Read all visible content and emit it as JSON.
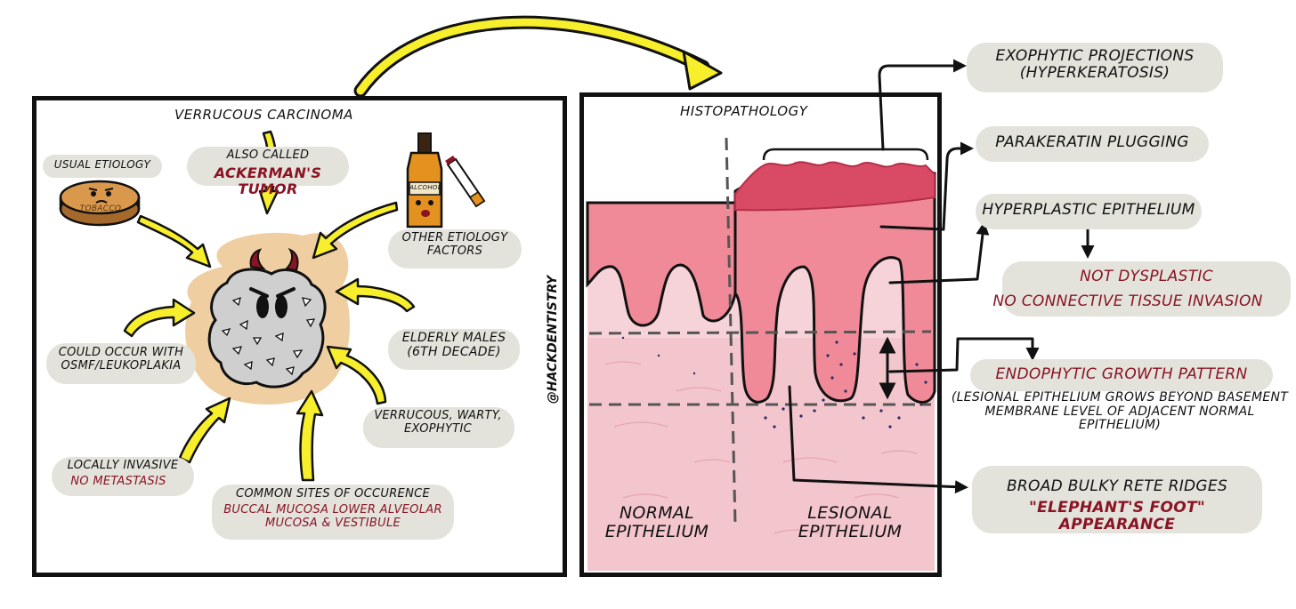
{
  "left_panel": {
    "title": "Verrucous Carcinoma",
    "also_called": "Also called",
    "ackerman": "Ackerman's Tumor",
    "usual_etiology": "Usual Etiology",
    "tobacco_label": "Tobacco",
    "other_etiology": "Other Etiology Factors",
    "alcohol_label": "Alcohol",
    "could_occur": "Could occur with OSMF/Leukoplakia",
    "elderly": "Elderly Males (6th Decade)",
    "verrucous": "Verrucous, Warty, Exophytic",
    "locally_invasive": "Locally Invasive",
    "no_metastasis": "No Metastasis",
    "common_sites": "Common Sites of Occurence",
    "sites_red": "Buccal Mucosa Lower Alveolar Mucosa & Vestibule"
  },
  "watermark": "@hackdentistry",
  "right_panel": {
    "title": "Histopathology",
    "normal": "Normal Epithelium",
    "lesional": "Lesional Epithelium"
  },
  "annotations": {
    "exophytic": "Exophytic Projections (Hyperkeratosis)",
    "parakeratin": "Parakeratin Plugging",
    "hyperplastic": "Hyperplastic Epithelium",
    "not_dysplastic": "Not Dysplastic",
    "no_ct_invasion": "No Connective Tissue Invasion",
    "endophytic": "Endophytic Growth Pattern",
    "endophytic_desc": "(Lesional epithelium grows beyond basement membrane level of adjacent normal epithelium)",
    "broad": "Broad Bulky Rete Ridges",
    "elephant": "\"Elephant's Foot\" Appearance"
  },
  "colors": {
    "arrow_yellow": "#f7ee2c",
    "dark_red": "#8a1424",
    "bubble_gray": "#e3e3dc",
    "epithelium_pink": "#f08a98",
    "keratin": "#d94a64",
    "connective": "#f6d3d8",
    "tumor_glow": "#efcfa1"
  }
}
